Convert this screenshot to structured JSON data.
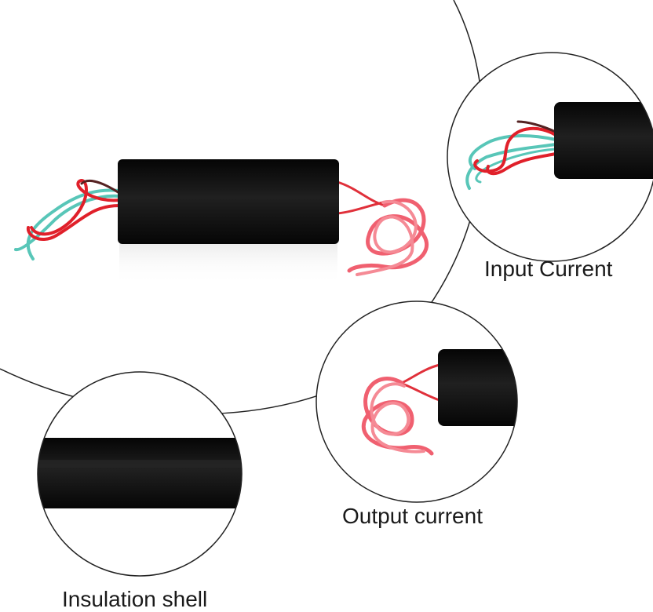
{
  "labels": {
    "input_current": "Input Current",
    "output_current": "Output current",
    "insulation_shell": "Insulation shell"
  },
  "colors": {
    "module_body": "#111111",
    "wire_red": "#e0202a",
    "wire_teal": "#58c6b8",
    "wire_pink": "#f06070",
    "outline": "#222222"
  }
}
